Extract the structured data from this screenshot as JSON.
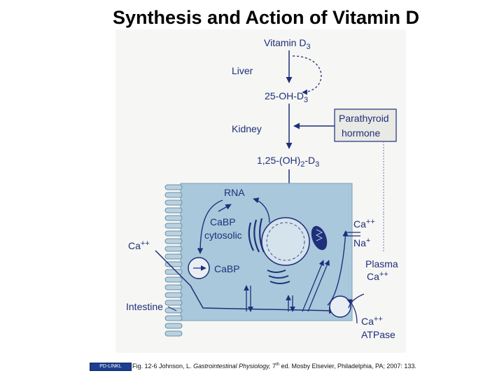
{
  "title": "Synthesis and Action of Vitamin D",
  "diagram": {
    "vitamin_d3": "Vitamin D",
    "vitamin_d3_sub": "3",
    "liver": "Liver",
    "oh_d3": "25-OH-D",
    "oh_d3_sub": "3",
    "kidney": "Kidney",
    "pth_line1": "Parathyroid",
    "pth_line2": "hormone",
    "dihydroxy_a": "1,25-(OH)",
    "dihydroxy_sub1": "2",
    "dihydroxy_b": "-D",
    "dihydroxy_sub2": "3",
    "rna": "RNA",
    "cabp_cytosolic_1": "CaBP",
    "cabp_cytosolic_2": "cytosolic",
    "ca_left": "Ca",
    "ca_left_sup": "++",
    "cabp": "CaBP",
    "intestine": "Intestine",
    "ca_right": "Ca",
    "ca_right_sup": "++",
    "na": "Na",
    "na_sup": "+",
    "plasma_1": "Plasma",
    "plasma_2": "Ca",
    "plasma_sup": "++",
    "ca_bottom": "Ca",
    "ca_bottom_sup": "++",
    "atpase": "ATPase"
  },
  "caption": {
    "logo": "PD-LINKL",
    "prefix": "Fig. 12-6 Johnson, L. ",
    "book": "Gastrointestinal Physiology,",
    "edition": " 7",
    "edition_sup": "th",
    "suffix": " ed. Mosby Elsevier, Philadelphia, PA; 2007: 133."
  }
}
